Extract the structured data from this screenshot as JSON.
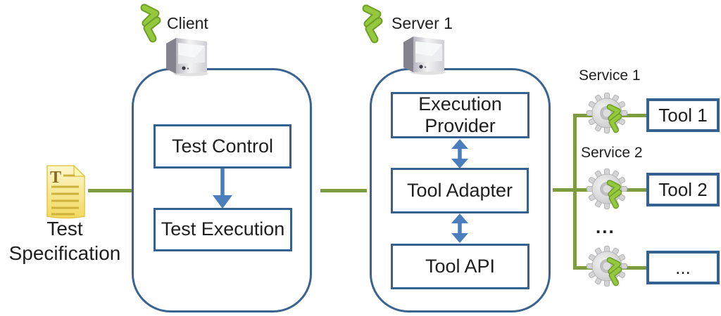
{
  "labels": {
    "client": "Client",
    "server": "Server 1",
    "test_specification": "Test Specification",
    "dots": "..."
  },
  "client_boxes": {
    "test_control": "Test Control",
    "test_execution": "Test Execution"
  },
  "server_boxes": {
    "execution_provider": "Execution Provider",
    "tool_adapter": "Tool Adapter",
    "tool_api": "Tool API"
  },
  "services": [
    {
      "label": "Service 1",
      "tool": "Tool 1"
    },
    {
      "label": "Service 2",
      "tool": "Tool 2"
    },
    {
      "label": "...",
      "tool": "..."
    }
  ],
  "icons": {
    "doc_letter": "T",
    "client_marker": "connector-icon",
    "server_marker": "connector-icon",
    "service_marker": "gear-connector-icon",
    "machine": "server-tower-icon",
    "document": "test-specification-document-icon"
  },
  "colors": {
    "container_border": "#3a648f",
    "box_border": "#35618e",
    "arrow_blue": "#4a7ebc",
    "line_green": "#7d9c40",
    "icon_green": "#94c83d",
    "document_yellow": "#f2d95c",
    "text": "#1f1f1f"
  }
}
